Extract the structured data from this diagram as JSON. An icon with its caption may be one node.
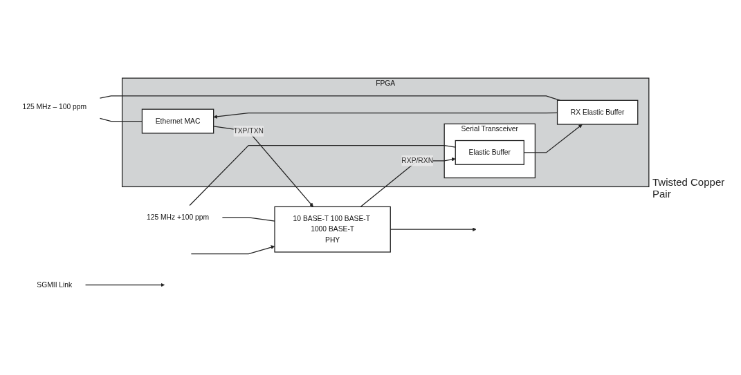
{
  "diagram": {
    "nodes": [
      {
        "text": [
          "FPGA"
        ]
      },
      {
        "text": [
          "Ethernet MAC"
        ],
        "in": 0
      },
      {
        "text": [
          "RX Elastic Buffer"
        ],
        "in": 0
      },
      {
        "text": [
          "Serial Transceiver"
        ],
        "in": 0
      },
      {
        "text": [
          "Elastic Buffer"
        ],
        "in": 3
      },
      {
        "text": [
          "10 BASE-T 100 BASE-T 1000 BASE-T",
          "PHY"
        ]
      },
      {
        "text": [
          "125 MHz – 100 ppm"
        ]
      },
      {
        "text": [
          "125 MHz +100 ppm"
        ]
      },
      {
        "text": [
          "SGMII Link"
        ]
      }
    ],
    "edges": [
      {
        "from": 1,
        "to": 5,
        "arrow": "to",
        "label": "TXP/TXN"
      },
      {
        "from": 5,
        "to": 4,
        "arrow": "to",
        "label": "RXP/RXN"
      },
      {
        "from": 4,
        "to": 2,
        "arrow": "to"
      },
      {
        "from": 2,
        "to": 1,
        "arrow": "to"
      },
      {
        "from": 5,
        "to": null,
        "arrow": "to"
      },
      {
        "from": null,
        "to": 5,
        "arrow": "to"
      },
      {
        "from": 6,
        "to": 1,
        "arrow": "none"
      },
      {
        "from": 6,
        "to": 2,
        "arrow": "none"
      },
      {
        "from": 7,
        "to": 4,
        "arrow": "none"
      },
      {
        "from": 7,
        "to": 5,
        "arrow": "none"
      },
      {
        "from": 8,
        "to": null,
        "arrow": "to"
      }
    ],
    "labels": [
      "Twisted Copper Pair"
    ]
  }
}
